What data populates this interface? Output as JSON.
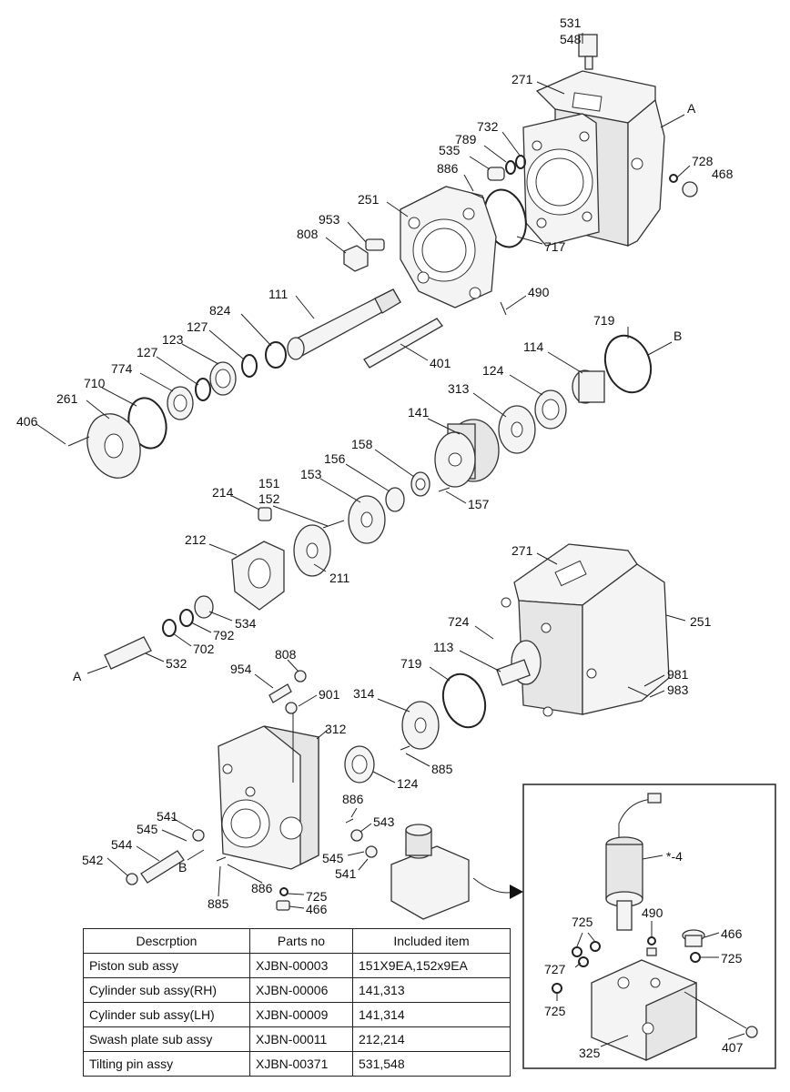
{
  "callouts": {
    "c531": "531",
    "c548": "548",
    "c271a": "271",
    "cA1": "A",
    "c732": "732",
    "c789": "789",
    "c535": "535",
    "c728": "728",
    "c468": "468",
    "c886a": "886",
    "c251a": "251",
    "c953": "953",
    "c808a": "808",
    "c717": "717",
    "c111": "111",
    "c490a": "490",
    "c824": "824",
    "c127a": "127",
    "c719a": "719",
    "cB1": "B",
    "c123": "123",
    "c114": "114",
    "c127b": "127",
    "c401": "401",
    "c774": "774",
    "c710": "710",
    "c124a": "124",
    "c313": "313",
    "c261": "261",
    "c406": "406",
    "c141": "141",
    "c158": "158",
    "c156": "156",
    "c153": "153",
    "c151": "151",
    "c152": "152",
    "c214": "214",
    "c157": "157",
    "c212": "212",
    "c211": "211",
    "c271b": "271",
    "c724": "724",
    "c251b": "251",
    "c534": "534",
    "c792": "792",
    "c702": "702",
    "c532": "532",
    "cA2": "A",
    "c808b": "808",
    "c113": "113",
    "c719b": "719",
    "c954": "954",
    "c981": "981",
    "c983": "983",
    "c901": "901",
    "c314": "314",
    "c312": "312",
    "c885a": "885",
    "c124b": "124",
    "c886b": "886",
    "c541a": "541",
    "c545a": "545",
    "c543": "543",
    "c544": "544",
    "cB2": "B",
    "c545b": "545",
    "c541b": "541",
    "c542": "542",
    "c886c": "886",
    "c725a": "725",
    "c885b": "885",
    "c466a": "466",
    "c4": "*-4",
    "c725b": "725",
    "c490b": "490",
    "c466b": "466",
    "c727": "727",
    "c725c": "725",
    "c725d": "725",
    "c407": "407",
    "c325": "325"
  },
  "table": {
    "headers": [
      "Descrption",
      "Parts no",
      "Included item"
    ],
    "rows": [
      [
        "Piston sub assy",
        "XJBN-00003",
        "151X9EA,152x9EA"
      ],
      [
        "Cylinder sub assy(RH)",
        "XJBN-00006",
        "141,313"
      ],
      [
        "Cylinder sub assy(LH)",
        "XJBN-00009",
        "141,314"
      ],
      [
        "Swash plate sub assy",
        "XJBN-00011",
        "212,214"
      ],
      [
        "Tilting pin assy",
        "XJBN-00371",
        "531,548"
      ]
    ]
  }
}
